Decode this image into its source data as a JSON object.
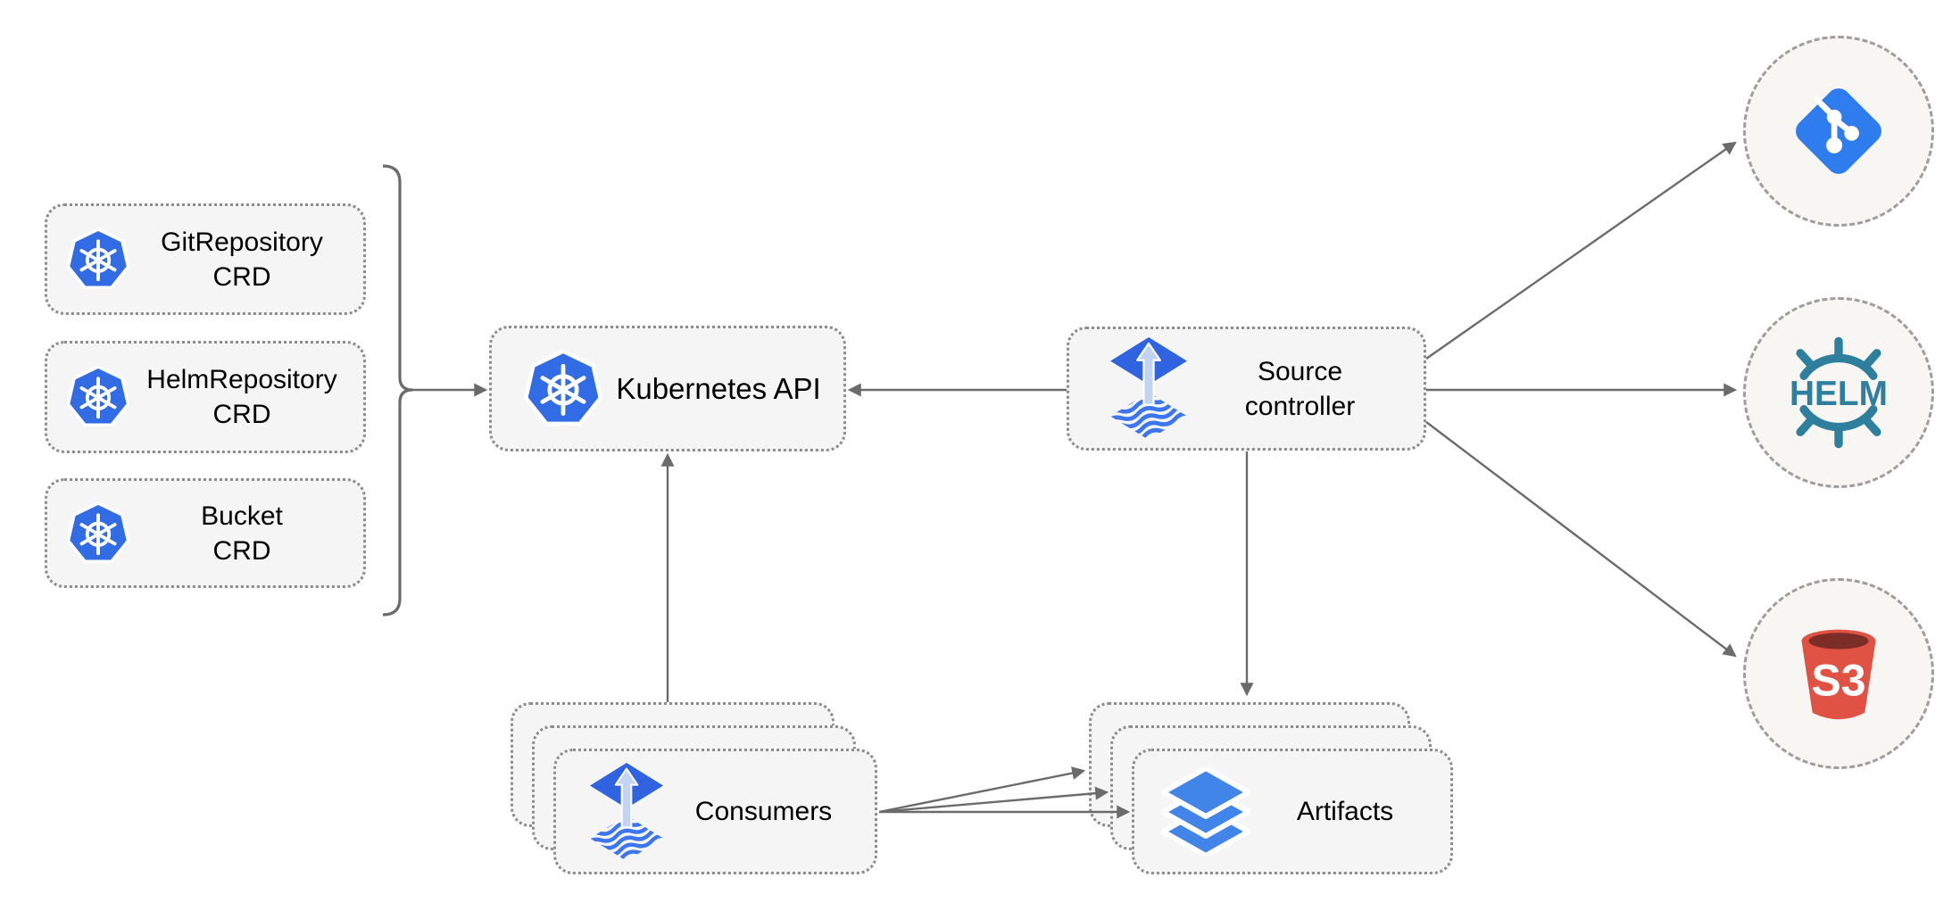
{
  "diagram": {
    "name": "flux-source-controller-architecture",
    "nodes": {
      "git_repository_crd": {
        "line1": "GitRepository",
        "line2": "CRD"
      },
      "helm_repository_crd": {
        "line1": "HelmRepository",
        "line2": "CRD"
      },
      "bucket_crd": {
        "line1": "Bucket",
        "line2": "CRD"
      },
      "kubernetes_api": {
        "label": "Kubernetes API"
      },
      "source_controller": {
        "line1": "Source",
        "line2": "controller"
      },
      "consumers": {
        "label": "Consumers"
      },
      "artifacts": {
        "label": "Artifacts"
      }
    },
    "endpoints": {
      "git": {
        "icon": "git-icon"
      },
      "helm": {
        "icon": "helm-icon",
        "label": "HELM"
      },
      "s3": {
        "icon": "s3-bucket-icon",
        "label": "S3"
      }
    },
    "colors": {
      "node_fill": "#f5f5f5",
      "node_border": "#8c8c8c",
      "endpoint_fill": "#f8f6f2",
      "endpoint_border": "#9e9e9e",
      "connector": "#6b6b6b",
      "kubernetes_blue": "#326ce5",
      "flux_blue": "#2f63e0",
      "flux_arrow_light": "#c3d4f1",
      "git_blue": "#2e7cee",
      "helm_teal": "#2e7e9e",
      "s3_red": "#e05243",
      "s3_dark": "#7b2d26",
      "layers_blue": "#4285e8",
      "label_text": "#000000"
    }
  }
}
